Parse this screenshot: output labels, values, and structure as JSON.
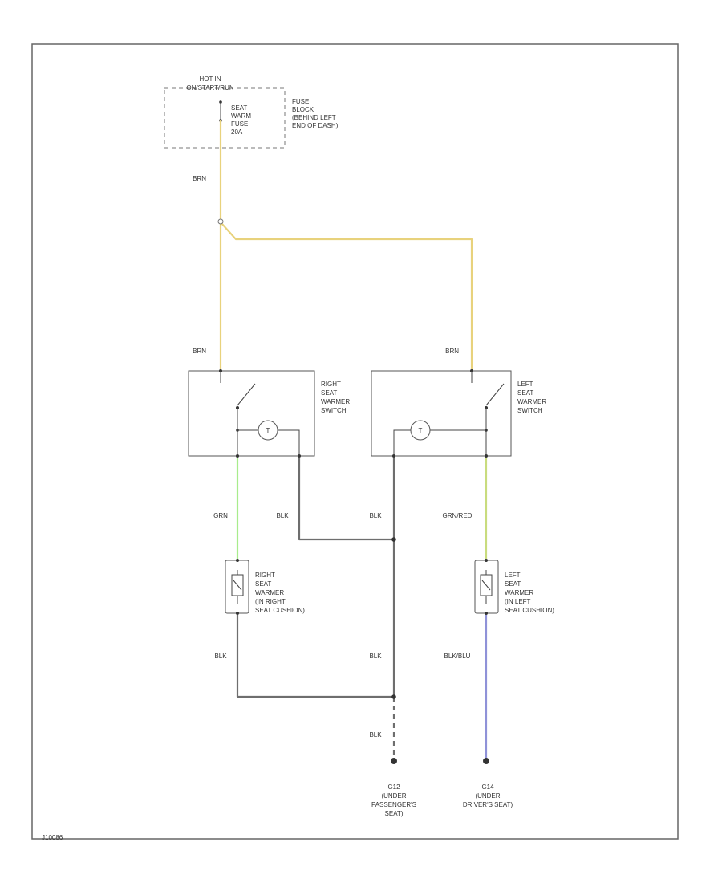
{
  "labels": {
    "hot_in": "HOT IN",
    "hot_in_2": "ON/START/RUN",
    "fuse_1": "SEAT",
    "fuse_2": "WARM",
    "fuse_3": "FUSE",
    "fuse_4": "20A",
    "block_1": "FUSE",
    "block_2": "BLOCK",
    "block_3": "(BEHIND LEFT",
    "block_4": "END OF DASH)",
    "rsw_1": "RIGHT",
    "rsw_2": "SEAT",
    "rsw_3": "WARMER",
    "rsw_4": "SWITCH",
    "lsw_1": "LEFT",
    "lsw_2": "SEAT",
    "lsw_3": "WARMER",
    "lsw_4": "SWITCH",
    "rh_1": "RIGHT",
    "rh_2": "SEAT",
    "rh_3": "WARMER",
    "rh_4": "(IN RIGHT",
    "rh_5": "SEAT CUSHION)",
    "lh_1": "LEFT",
    "lh_2": "SEAT",
    "lh_3": "WARMER",
    "lh_4": "(IN LEFT",
    "lh_5": "SEAT CUSHION)",
    "g1_1": "G12",
    "g1_2": "(UNDER",
    "g1_3": "PASSENGER'S",
    "g1_4": "SEAT)",
    "g2_1": "G14",
    "g2_2": "(UNDER",
    "g2_3": "DRIVER'S SEAT)",
    "footer": "J10086"
  },
  "wire_labels": {
    "brn_top": "BRN",
    "brn_right": "BRN",
    "brn_left": "BRN",
    "grn": "GRN",
    "blk_rsw": "BLK",
    "blk_lsw": "BLK",
    "grn_red": "GRN/RED",
    "blk_rh": "BLK",
    "blk_mid": "BLK",
    "blk_blu": "BLK/BLU",
    "blk_gnd": "BLK"
  },
  "lamp_symbol": "T",
  "colors": {
    "brn": "#e8d27c",
    "grn": "#a8ec8c",
    "blk": "#6e6e6e",
    "grn_red": "#c9dc7e",
    "blk_blu": "#8f92d8"
  }
}
